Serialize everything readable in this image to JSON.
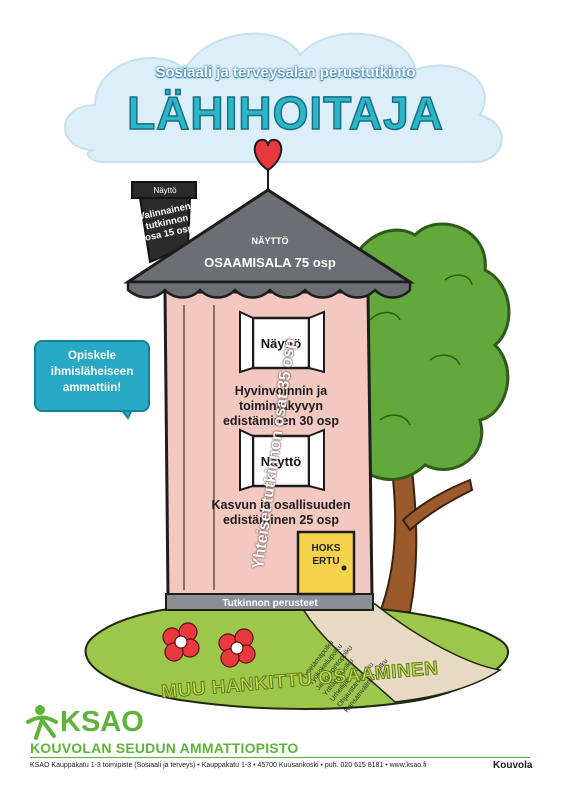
{
  "header": {
    "subtitle": "Sosiaali ja terveysalan perustutkinto",
    "title": "LÄHIHOITAJA"
  },
  "chimney": {
    "label": "Näyttö",
    "line1": "Valinnainen",
    "line2": "tutkinnon",
    "line3": "osa 15 osp"
  },
  "roof": {
    "small_label": "NÄYTTÖ",
    "main_label": "OSAAMISALA 75 osp"
  },
  "house": {
    "window1_label": "Näyttö",
    "section1_line1": "Hyvinvoinnin ja",
    "section1_line2": "toimintakyvyn",
    "section1_line3": "edistäminen 30 osp",
    "window2_label": "Näyttö",
    "section2_line1": "Kasvun ja osallisuuden",
    "section2_line2": "edistäminen 25 osp",
    "vertical_label": "Yhteiset tutkinnon osat 35 osp",
    "door_line1": "HOKS",
    "door_line2": "ERTU",
    "base_label": "Tutkinnon perusteet"
  },
  "speech_bubble": {
    "line1": "Opiskele",
    "line2": "ihmisläheiseen",
    "line3": "ammattiin!"
  },
  "paths": [
    "Työelämäpolku",
    "Työkokeilupolku",
    "Jatko-opintopolku",
    "Yrittäjyyspolku",
    "Urheilijapolku",
    "Ohjaustarvepolku",
    "Kansainvälinen polku"
  ],
  "ground_label": "MUU HANKITTU OSAAMINEN",
  "footer": {
    "logo_text": "KSAO",
    "school_name": "KOUVOLAN SEUDUN AMMATTIOPISTO",
    "contact": "KSAO Kauppakatu 1-3 toimipiste (Sosiaali ja terveys) • Kauppakatu 1-3 • 45700 Kuusankoski • puh. 020 615 8181 • www.ksao.fi",
    "city_logo": "Kouvola"
  },
  "colors": {
    "cloud": "#dceef7",
    "title": "#2bb7c7",
    "roof": "#6b6f73",
    "wall": "#f2c8c0",
    "tree": "#63a83a",
    "trunk": "#9a5a2c",
    "grass": "#9cc74a",
    "flower": "#e8393f",
    "bubble": "#27a9c6",
    "brand": "#5fb33a"
  }
}
